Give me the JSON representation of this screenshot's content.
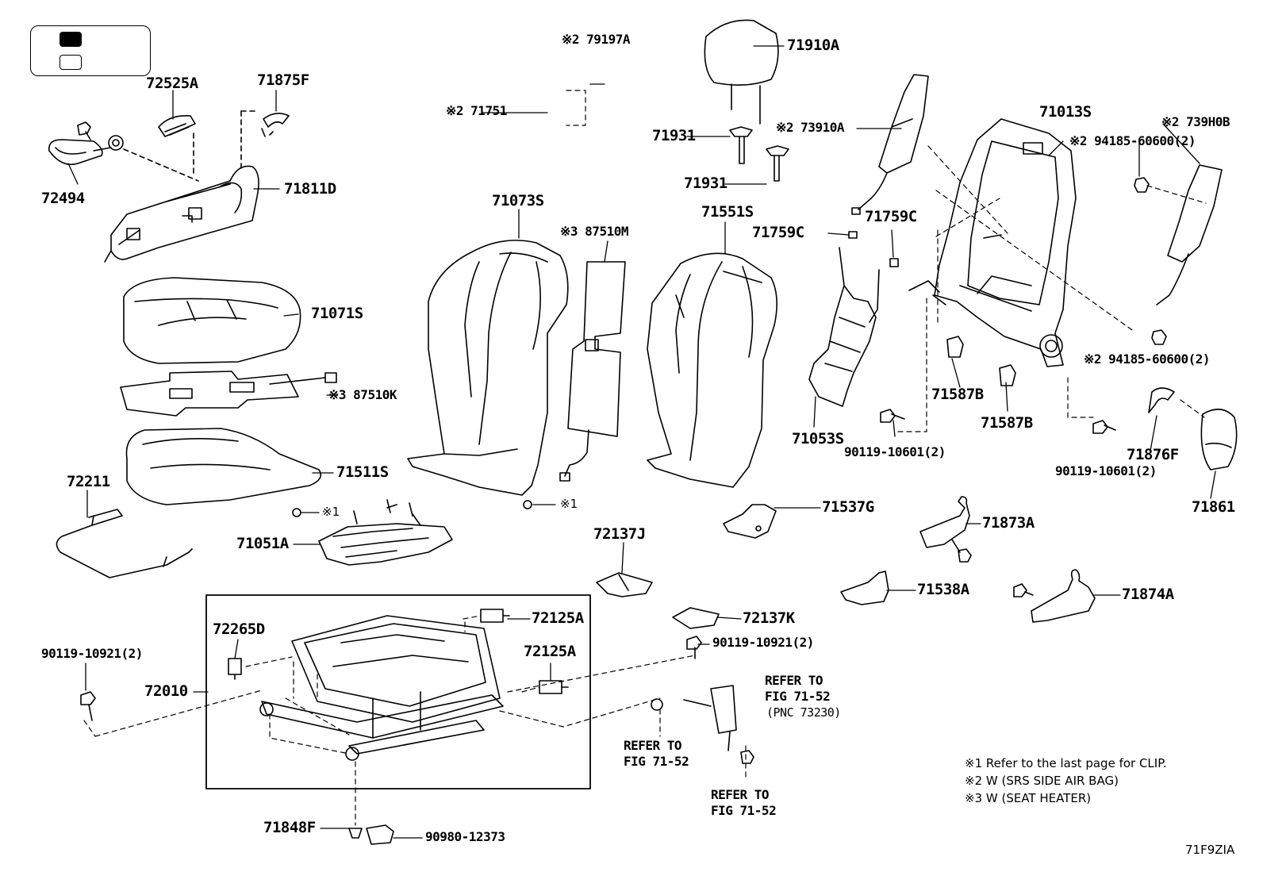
{
  "legend": {
    "swatches": [
      {
        "fill": "#000000"
      },
      {
        "fill": "#ffffff"
      }
    ]
  },
  "labels": {
    "p79197A": "※2 79197A",
    "p71751": "※2 71751",
    "p71910A": "71910A",
    "p72525A": "72525A",
    "p71875F": "71875F",
    "p72494": "72494",
    "p71811D": "71811D",
    "p71931a": "71931",
    "p71931b": "71931",
    "p73910A": "※2 73910A",
    "p71013S": "71013S",
    "p739H0B": "※2 739H0B",
    "p94185a": "※2 94185-60600(2)",
    "p71073S": "71073S",
    "p71551S": "71551S",
    "p87510M": "※3 87510M",
    "p71759Ca": "71759C",
    "p71759Cb": "71759C",
    "p71071S": "71071S",
    "p87510K": "※3 87510K",
    "p94185b": "※2 94185-60600(2)",
    "p71587Ba": "71587B",
    "p71587Bb": "71587B",
    "p71053S": "71053S",
    "p90119a": "90119-10601(2)",
    "p90119b": "90119-10601(2)",
    "p71876F": "71876F",
    "p71861": "71861",
    "p71511S": "71511S",
    "p72211": "72211",
    "p_x1a": "※1",
    "p_x1b": "※1",
    "p71051A": "71051A",
    "p71537G": "71537G",
    "p71873A": "71873A",
    "p72137J": "72137J",
    "p71538A": "71538A",
    "p71874A": "71874A",
    "p72125Aa": "72125A",
    "p72137K": "72137K",
    "p72265D": "72265D",
    "p72125Ab": "72125A",
    "p90119c": "90119-10921(2)",
    "p90119d": "90119-10921(2)",
    "p72010": "72010",
    "refer1a": "REFER TO",
    "refer1b": "FIG 71-52",
    "refer1c": "(PNC 73230)",
    "refer2a": "REFER TO",
    "refer2b": "FIG 71-52",
    "refer3a": "REFER TO",
    "refer3b": "FIG 71-52",
    "p71848F": "71848F",
    "p90980": "90980-12373"
  },
  "notes": [
    "※1  Refer to the last page for CLIP.",
    "※2  W (SRS SIDE AIR BAG)",
    "※3  W (SEAT HEATER)"
  ],
  "figure_id": "71F9ZIA"
}
